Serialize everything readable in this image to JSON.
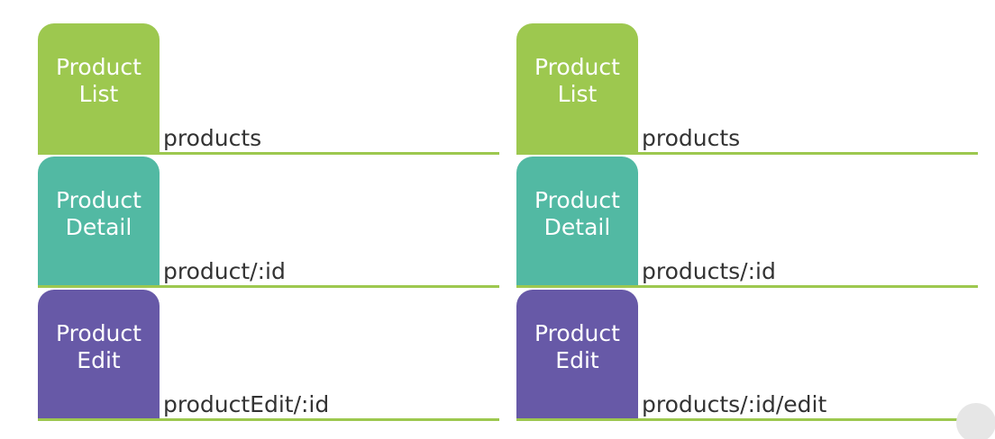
{
  "columns": [
    {
      "rows": [
        {
          "label": "Product\nList",
          "route": "products",
          "color": "#9dc84f"
        },
        {
          "label": "Product\nDetail",
          "route": "product/:id",
          "color": "#52b9a3"
        },
        {
          "label": "Product\nEdit",
          "route": "productEdit/:id",
          "color": "#6759a7"
        }
      ]
    },
    {
      "rows": [
        {
          "label": "Product\nList",
          "route": "products",
          "color": "#9dc84f"
        },
        {
          "label": "Product\nDetail",
          "route": "products/:id",
          "color": "#52b9a3"
        },
        {
          "label": "Product\nEdit",
          "route": "products/:id/edit",
          "color": "#6759a7"
        }
      ]
    }
  ],
  "accent_line_color": "#9dc84f"
}
